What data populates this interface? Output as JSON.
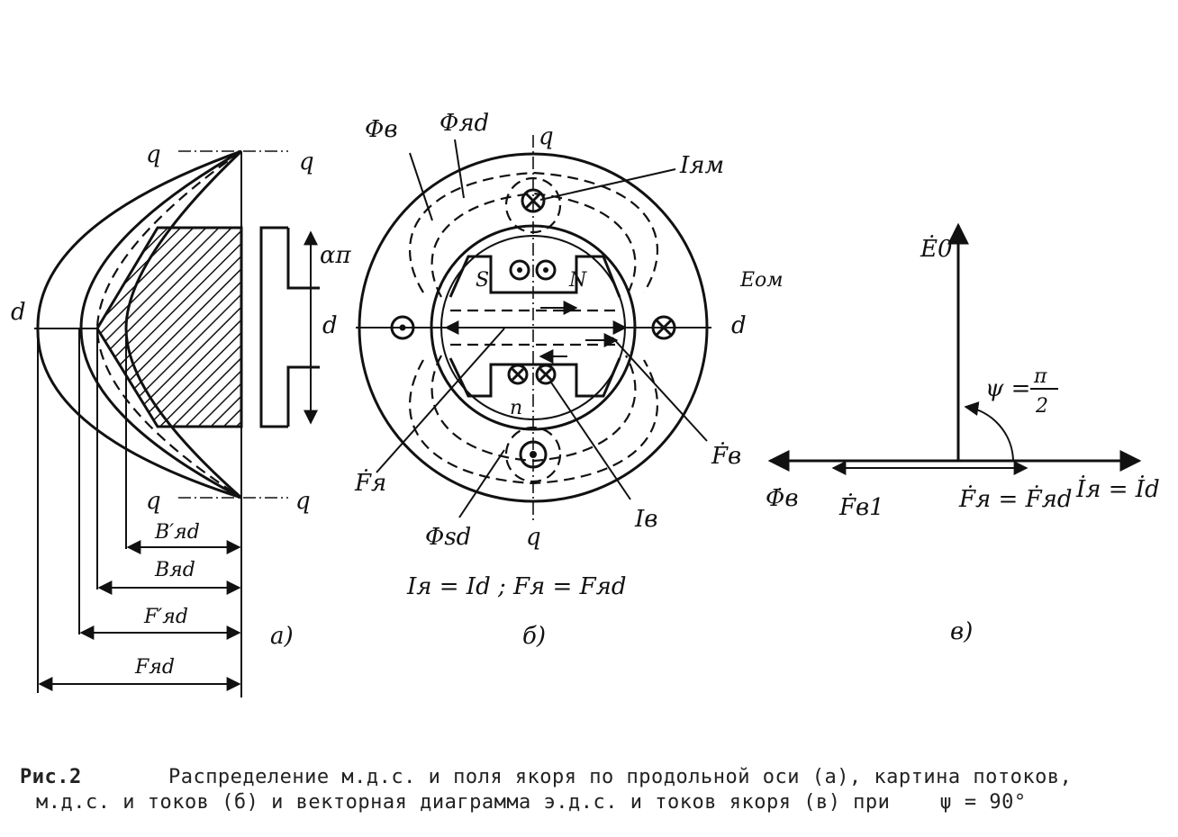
{
  "panel_a": {
    "q_top_left": "q",
    "q_top_right": "q",
    "d_left": "d",
    "alpha_pi": "απ",
    "q_bot_left": "q",
    "q_bot_right": "q",
    "dim_b1": "B′яd",
    "dim_b": "Bяd",
    "dim_f1": "F′яd",
    "dim_f": "Fяd",
    "panel_label": "а)"
  },
  "panel_b": {
    "phi_v": "Φв",
    "phi_yad": "Φяd",
    "q_top": "q",
    "i_yam": "Iям",
    "e_om": "Eом",
    "d_left": "d",
    "d_right": "d",
    "pole_s": "S",
    "pole_n": "N",
    "pole_n_small": "n",
    "f_ya": "Ḟя",
    "f_v": "Ḟв",
    "phi_sd": "Φsd",
    "q_bottom": "q",
    "i_v": "Iв",
    "formula": "Iя = Id ;   Fя = Fяd",
    "panel_label": "б)"
  },
  "panel_c": {
    "e0": "Ė0",
    "psi_lhs": "ψ =",
    "psi_num": "π",
    "psi_den": "2",
    "phi_v": "Φ̇в",
    "f_v1": "Ḟв1",
    "f_ya_eq": "Ḟя = Ḟяd",
    "i_ya_eq": "İя = İd",
    "panel_label": "в)"
  },
  "caption": {
    "fig_no": "Рис.2",
    "line1": "Распределение м.д.с. и поля якоря по продольной оси (а), картина потоков,",
    "line2": "м.д.с. и токов (б) и векторная диаграмма э.д.с. и токов якоря (в) при",
    "psi": "ψ = 90°"
  }
}
